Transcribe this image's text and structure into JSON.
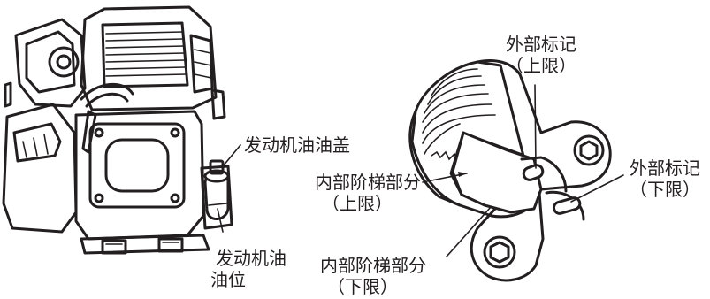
{
  "labels": {
    "engine_oil_cap": "发动机油油盖",
    "engine_oil_level_line1": "发动机油",
    "engine_oil_level_line2": "油位",
    "outer_mark_upper_line1": "外部标记",
    "outer_mark_upper_line2": "（上限）",
    "outer_mark_lower_line1": "外部标记",
    "outer_mark_lower_line2": "（下限）",
    "inner_step_upper_line1": "内部阶梯部分",
    "inner_step_upper_line2": "（上限）",
    "inner_step_lower_line1": "内部阶梯部分",
    "inner_step_lower_line2": "（下限）"
  }
}
